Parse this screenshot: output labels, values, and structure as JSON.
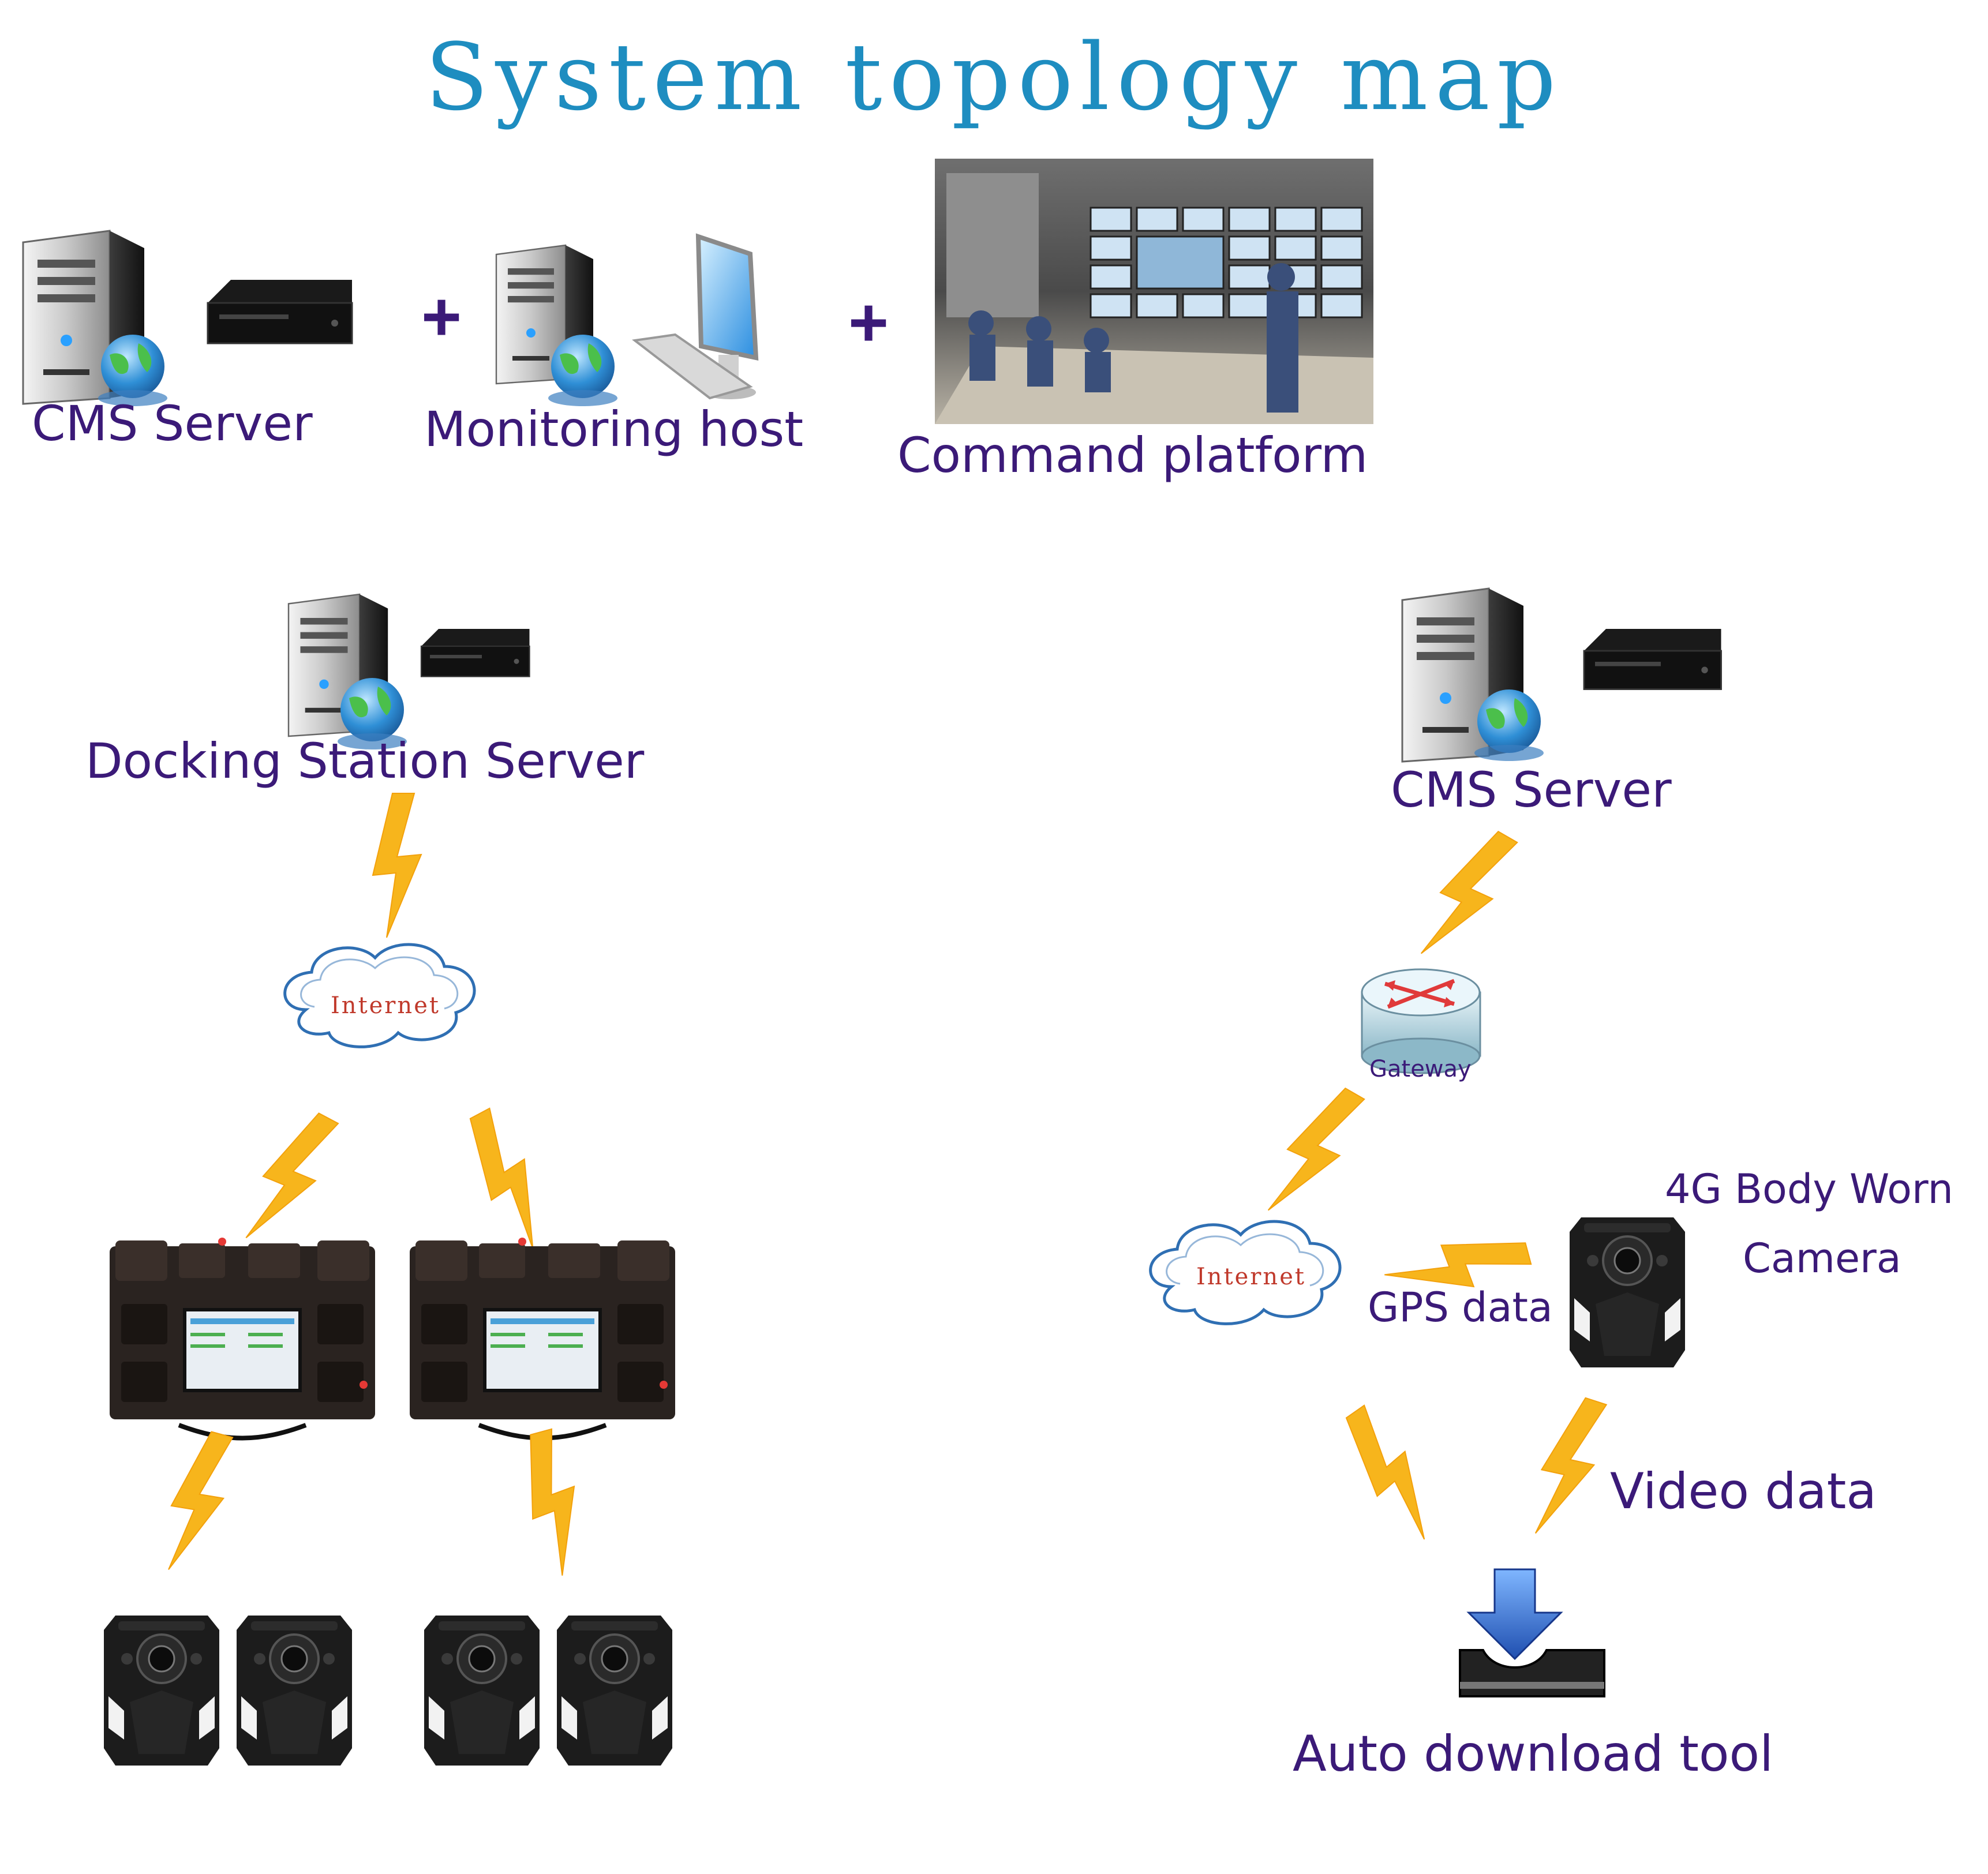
{
  "title": "System topology map",
  "top_row": {
    "cms_server": "CMS Server",
    "plus_1": "+",
    "monitoring_host": "Monitoring host",
    "plus_2": "+",
    "command_platform": "Command platform"
  },
  "left_branch": {
    "docking_station_server": "Docking Station Server",
    "internet": "Internet"
  },
  "right_branch": {
    "cms_server": "CMS Server",
    "gateway": "Gateway",
    "internet": "Internet",
    "gps_data": "GPS data",
    "camera_line1": "4G Body Worn",
    "camera_line2": "Camera",
    "video_data": "Video data",
    "auto_download_tool": "Auto download tool"
  },
  "colors": {
    "title": "#1e8dc0",
    "label": "#3b1a78",
    "lightning": "#f7b51c",
    "cloud": "#2f6fb3",
    "cloud_text": "#c0392b",
    "download_arrow": "#1f5fbf"
  },
  "icons": [
    "server-tower-icon",
    "rack-unit-icon",
    "globe-icon",
    "monitor-icon",
    "keyboard-icon",
    "command-center-photo",
    "cloud-icon",
    "router-icon",
    "docking-station-icon",
    "body-camera-icon",
    "download-tray-icon",
    "lightning-link-icon"
  ]
}
